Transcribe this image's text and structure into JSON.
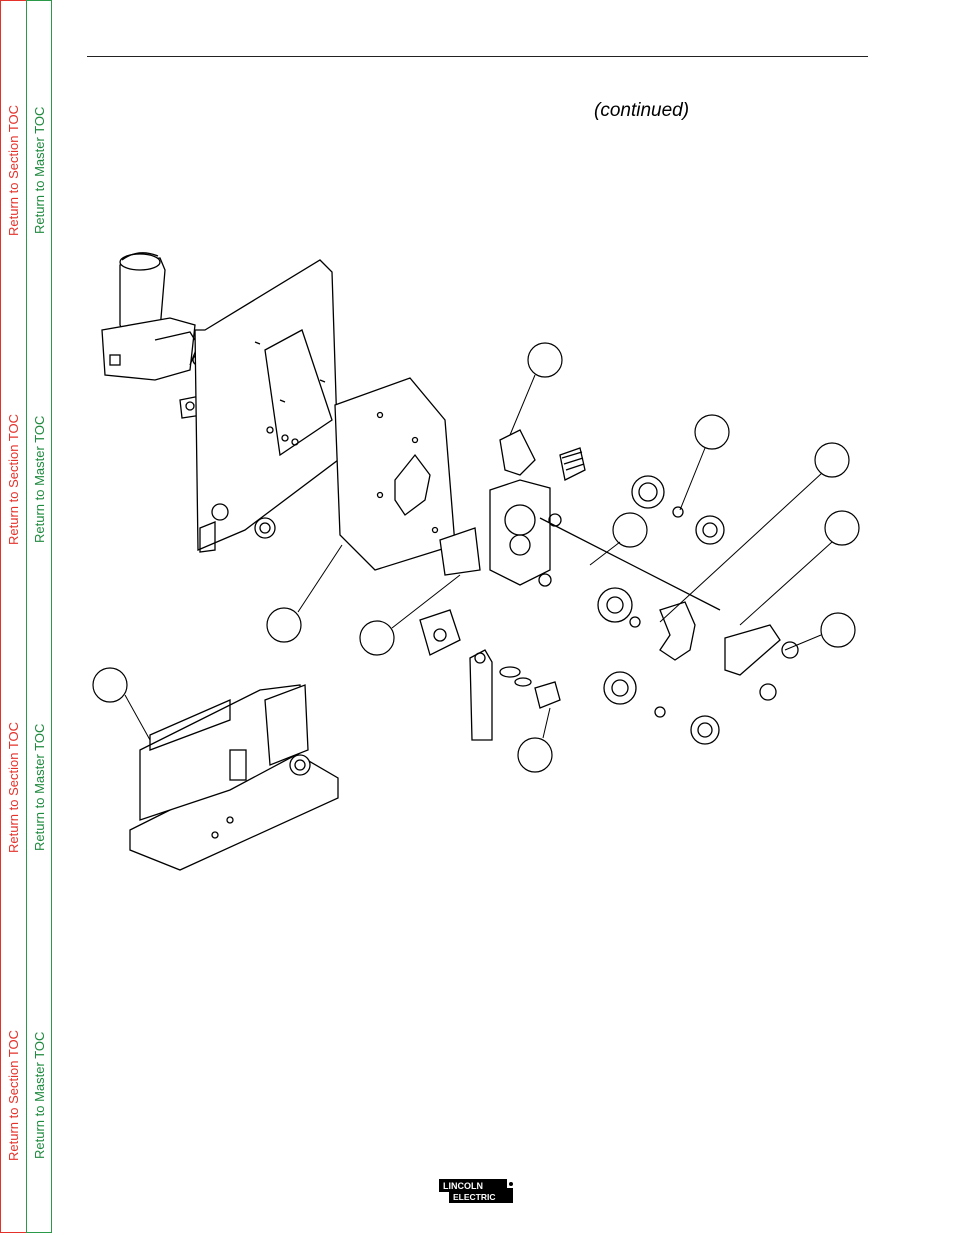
{
  "toc": {
    "section_label": "Return to Section TOC",
    "master_label": "Return to Master TOC"
  },
  "page": {
    "continued": "(continued)"
  },
  "logo": {
    "top_text": "LINCOLN",
    "bottom_text": "ELECTRIC"
  },
  "colors": {
    "section_toc": "#e4322b",
    "master_toc": "#1e8a3e"
  }
}
